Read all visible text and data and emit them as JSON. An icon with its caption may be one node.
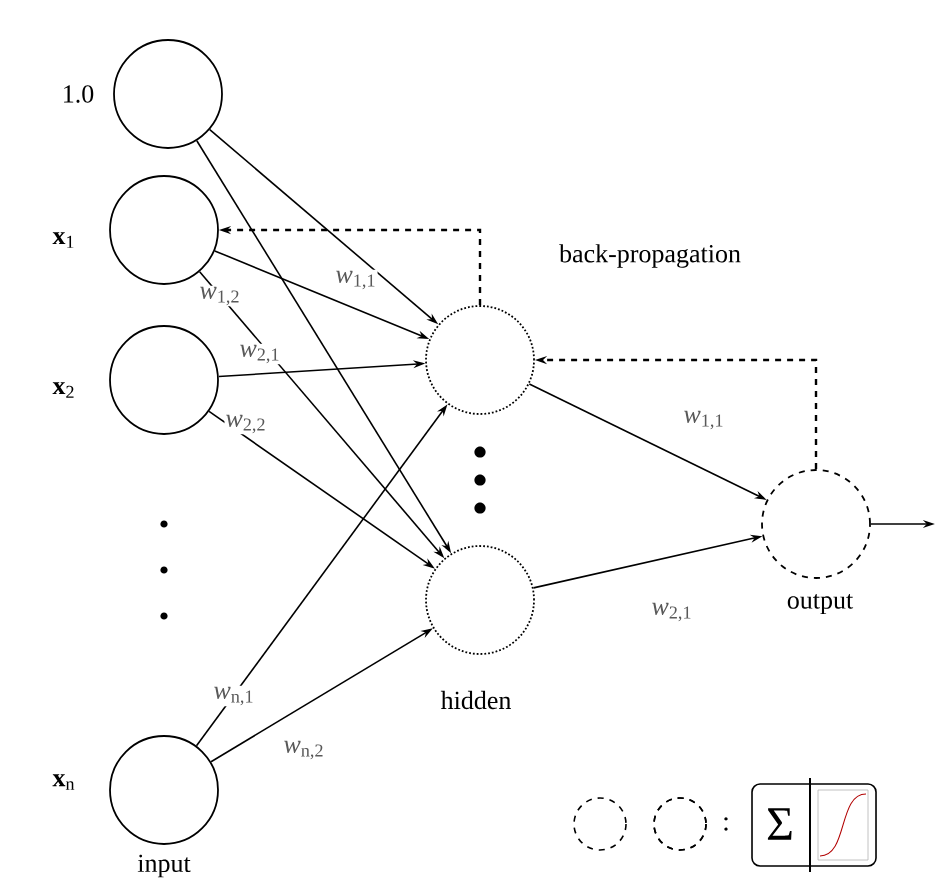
{
  "diagram": {
    "nodes": [
      {
        "text": [],
        "shape": "circle",
        "beside": [
          "1.0"
        ]
      },
      {
        "text": [],
        "shape": "circle",
        "beside": [
          "**x**$_{1}$"
        ]
      },
      {
        "text": [],
        "shape": "circle",
        "beside": [
          "**x**$_{2}$"
        ]
      },
      {
        "text": [],
        "shape": "circle",
        "beside": [
          "**x**$_{n}$",
          "input"
        ]
      },
      {
        "text": [],
        "shape": "circle"
      },
      {
        "text": [],
        "shape": "circle",
        "beside": [
          "hidden"
        ]
      },
      {
        "text": [],
        "shape": "circle",
        "beside": [
          "output"
        ]
      }
    ],
    "edges": [
      {
        "from": 0,
        "to": 4,
        "arrow": "to"
      },
      {
        "from": 0,
        "to": 5,
        "arrow": "to"
      },
      {
        "from": 1,
        "to": 4,
        "arrow": "to",
        "label": "*w*$_{1,1}$"
      },
      {
        "from": 1,
        "to": 5,
        "arrow": "to",
        "label": "*w*$_{1,2}$"
      },
      {
        "from": 2,
        "to": 4,
        "arrow": "to",
        "label": "*w*$_{2,1}$"
      },
      {
        "from": 2,
        "to": 5,
        "arrow": "to",
        "label": "*w*$_{2,2}$"
      },
      {
        "from": 3,
        "to": 4,
        "arrow": "to",
        "label": "*w*$_{n,1}$"
      },
      {
        "from": 3,
        "to": 5,
        "arrow": "to",
        "label": "*w*$_{n,2}$"
      },
      {
        "from": 4,
        "to": 6,
        "arrow": "to",
        "label": "*w*$_{1,1}$"
      },
      {
        "from": 5,
        "to": 6,
        "arrow": "to",
        "label": "*w*$_{2,1}$"
      },
      {
        "from": 6,
        "to": null,
        "arrow": "to"
      },
      {
        "from": 4,
        "to": 1,
        "arrow": "to",
        "style": "dashed"
      },
      {
        "from": 6,
        "to": 4,
        "arrow": "to",
        "style": "dashed"
      }
    ],
    "labels": [
      "back-propagation",
      ":",
      "Σ"
    ]
  }
}
